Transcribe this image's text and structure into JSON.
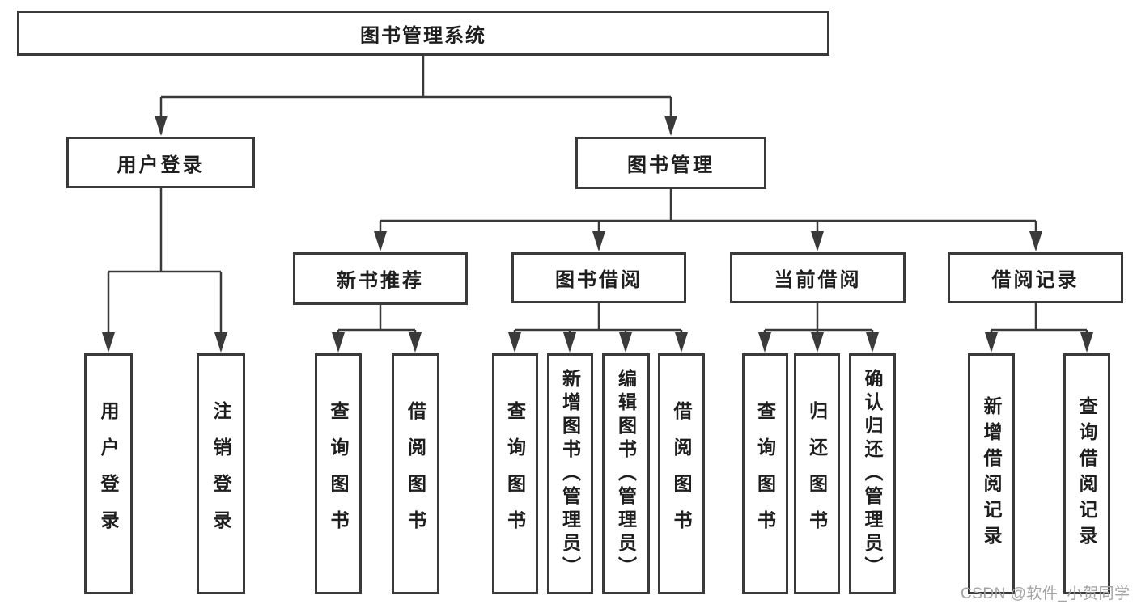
{
  "diagram": {
    "type": "hierarchy-tree",
    "watermark": "CSDN @软件_小贺同学",
    "colors": {
      "line": "#3a3a3a",
      "box_border": "#3a3a3a",
      "text": "#1e1e1e",
      "watermark_text": "#a3a3a3",
      "background": "#ffffff"
    },
    "tree": {
      "label": "图书管理系统",
      "children": [
        {
          "label": "用户登录",
          "children": [
            {
              "label": "用户登录"
            },
            {
              "label": "注销登录"
            }
          ]
        },
        {
          "label": "图书管理",
          "children": [
            {
              "label": "新书推荐",
              "children": [
                {
                  "label": "查询图书"
                },
                {
                  "label": "借阅图书"
                }
              ]
            },
            {
              "label": "图书借阅",
              "children": [
                {
                  "label": "查询图书"
                },
                {
                  "label": "新增图书（管理员）"
                },
                {
                  "label": "编辑图书（管理员）"
                },
                {
                  "label": "借阅图书"
                }
              ]
            },
            {
              "label": "当前借阅",
              "children": [
                {
                  "label": "查询图书"
                },
                {
                  "label": "归还图书"
                },
                {
                  "label": "确认归还（管理员）"
                }
              ]
            },
            {
              "label": "借阅记录",
              "children": [
                {
                  "label": "新增借阅记录"
                },
                {
                  "label": "查询借阅记录"
                }
              ]
            }
          ]
        }
      ]
    }
  }
}
